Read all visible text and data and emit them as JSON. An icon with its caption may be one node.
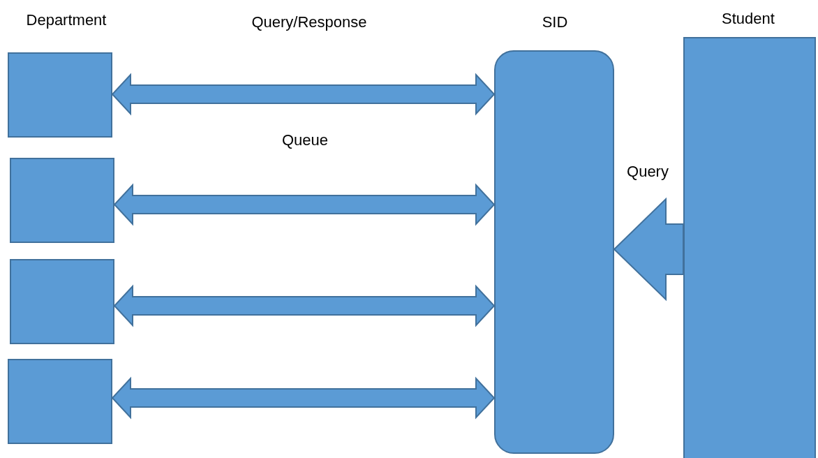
{
  "diagram": {
    "nodes": [
      {
        "text": [
          "Department"
        ]
      },
      {
        "text": [],
        "shape": "box"
      },
      {
        "text": [],
        "shape": "box"
      },
      {
        "text": [],
        "shape": "box"
      },
      {
        "text": [
          "SID"
        ]
      },
      {
        "text": [
          "Student"
        ]
      }
    ],
    "edges": [
      {
        "from": 0,
        "to": 4,
        "arrow": "both",
        "label": "Query/Response"
      },
      {
        "from": 1,
        "to": 4,
        "arrow": "both",
        "label": "Queue"
      },
      {
        "from": 2,
        "to": 4,
        "arrow": "both"
      },
      {
        "from": 3,
        "to": 4,
        "arrow": "both"
      },
      {
        "from": 5,
        "to": 4,
        "arrow": "to",
        "label": "Query"
      }
    ]
  }
}
